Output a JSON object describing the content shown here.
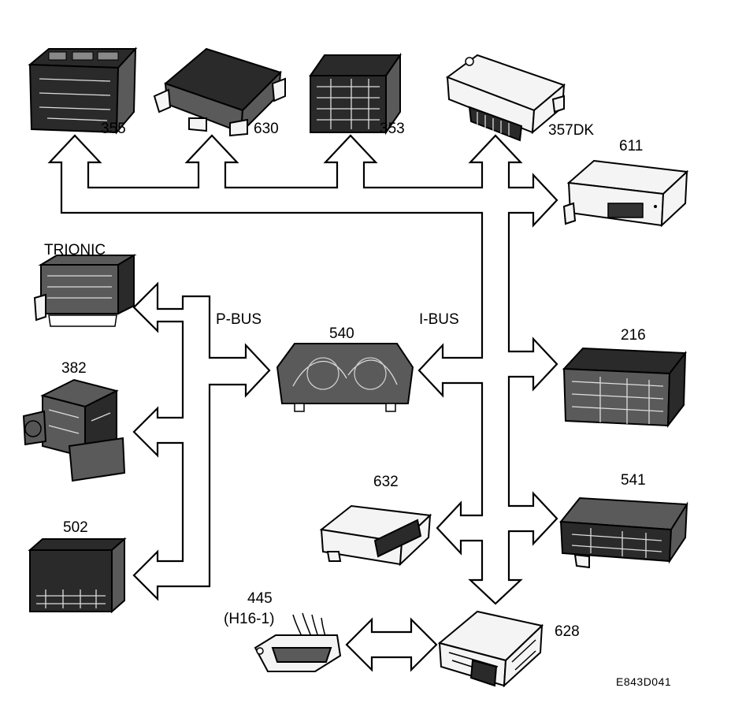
{
  "diagram": {
    "buses": {
      "p_bus": "P-BUS",
      "i_bus": "I-BUS"
    },
    "modules": {
      "m355": "355",
      "m630": "630",
      "m353": "353",
      "m357dk": "357DK",
      "m611": "611",
      "trionic": "TRIONIC",
      "m382": "382",
      "m502": "502",
      "m540": "540",
      "m216": "216",
      "m632": "632",
      "m541": "541",
      "m445": "445",
      "m445_sub": "(H16-1)",
      "m628": "628"
    },
    "reference": "E843D041"
  }
}
